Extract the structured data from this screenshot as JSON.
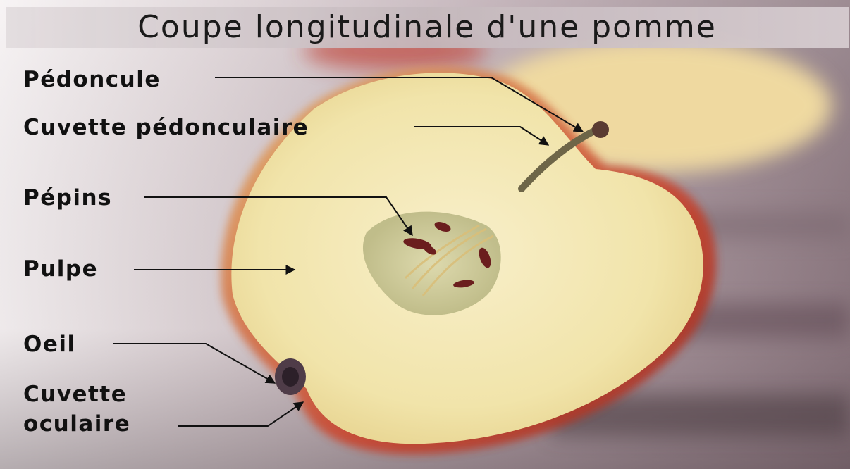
{
  "figure": {
    "title": "Coupe longitudinale d'une pomme",
    "labels": {
      "pedoncule": "Pédoncule",
      "cuvette_pedonculaire": "Cuvette pédonculaire",
      "pepins": "Pépins",
      "pulpe": "Pulpe",
      "oeil": "Oeil",
      "cuvette_oculaire_1": "Cuvette",
      "cuvette_oculaire_2": "oculaire"
    }
  },
  "colors": {
    "label_text": "#111111",
    "leader_line": "#111111",
    "apple_skin": "#c0392b",
    "apple_flesh": "#f3e6b0",
    "seed": "#6b1e1e"
  }
}
